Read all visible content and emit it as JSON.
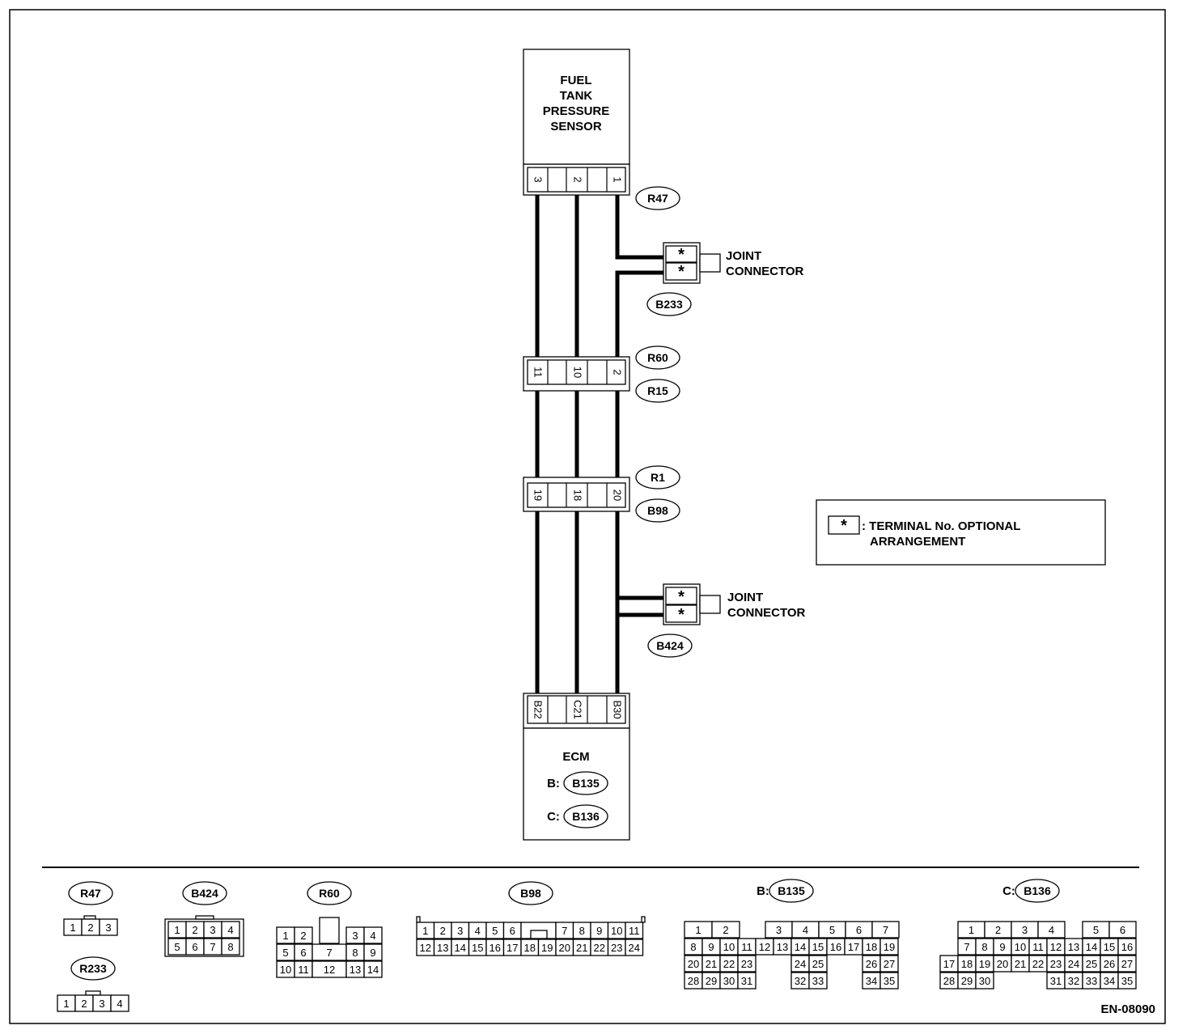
{
  "sensor": {
    "lines": [
      "FUEL",
      "TANK",
      "PRESSURE",
      "SENSOR"
    ],
    "connector": "R47",
    "pins": [
      "3",
      "2",
      "1"
    ]
  },
  "joint1": {
    "label_lines": [
      "JOINT",
      "CONNECTOR"
    ],
    "connector": "B233",
    "pins": [
      "*",
      "*"
    ]
  },
  "mid1": {
    "connectors": [
      "R60",
      "R15"
    ],
    "pins": [
      "11",
      "10",
      "2"
    ]
  },
  "mid2": {
    "connectors": [
      "R1",
      "B98"
    ],
    "pins": [
      "19",
      "18",
      "20"
    ]
  },
  "joint2": {
    "label_lines": [
      "JOINT",
      "CONNECTOR"
    ],
    "connector": "B424",
    "pins": [
      "*",
      "*"
    ]
  },
  "ecm": {
    "title": "ECM",
    "pins": [
      "B22",
      "C21",
      "B30"
    ],
    "conn_b_prefix": "B:",
    "conn_b": "B135",
    "conn_c_prefix": "C:",
    "conn_c": "B136"
  },
  "legend": {
    "symbol": "*",
    "text_lines": [
      ": TERMINAL No. OPTIONAL",
      "ARRANGEMENT"
    ]
  },
  "faces": {
    "r47": {
      "label": "R47",
      "pins": [
        "1",
        "2",
        "3"
      ]
    },
    "r233": {
      "label": "R233",
      "pins": [
        "1",
        "2",
        "3",
        "4"
      ]
    },
    "b424": {
      "label": "B424",
      "rows": [
        [
          "1",
          "2",
          "3",
          "4"
        ],
        [
          "5",
          "6",
          "7",
          "8"
        ]
      ]
    },
    "r60": {
      "label": "R60",
      "rows": [
        [
          "1",
          "2",
          "",
          "3",
          "4"
        ],
        [
          "5",
          "6",
          "7",
          "8",
          "9"
        ],
        [
          "10",
          "11",
          "12",
          "13",
          "14"
        ]
      ]
    },
    "b98": {
      "label": "B98",
      "rows": [
        [
          "1",
          "2",
          "3",
          "4",
          "5",
          "6",
          "",
          "7",
          "8",
          "9",
          "10",
          "11"
        ],
        [
          "12",
          "13",
          "14",
          "15",
          "16",
          "17",
          "18",
          "19",
          "20",
          "21",
          "22",
          "23",
          "24"
        ]
      ]
    },
    "b135": {
      "prefix": "B:",
      "label": "B135",
      "rows": [
        [
          "1",
          "2",
          "",
          "3",
          "4",
          "5",
          "6",
          "7"
        ],
        [
          "8",
          "9",
          "10",
          "11",
          "12",
          "13",
          "14",
          "15",
          "16",
          "17",
          "18",
          "19"
        ],
        [
          "20",
          "21",
          "22",
          "23",
          "",
          "",
          "24",
          "25",
          "",
          "",
          "26",
          "27"
        ],
        [
          "28",
          "29",
          "30",
          "31",
          "",
          "",
          "32",
          "33",
          "",
          "",
          "34",
          "35"
        ]
      ]
    },
    "b136": {
      "prefix": "C:",
      "label": "B136",
      "rows": [
        [
          "1",
          "2",
          "3",
          "4",
          "",
          "5",
          "6"
        ],
        [
          "7",
          "8",
          "9",
          "10",
          "11",
          "12",
          "13",
          "14",
          "15",
          "16"
        ],
        [
          "17",
          "18",
          "19",
          "20",
          "21",
          "22",
          "23",
          "24",
          "25",
          "26",
          "27"
        ],
        [
          "28",
          "29",
          "30",
          "",
          "",
          "",
          "31",
          "32",
          "33",
          "34",
          "35"
        ]
      ]
    }
  },
  "diagram_code": "EN-08090"
}
